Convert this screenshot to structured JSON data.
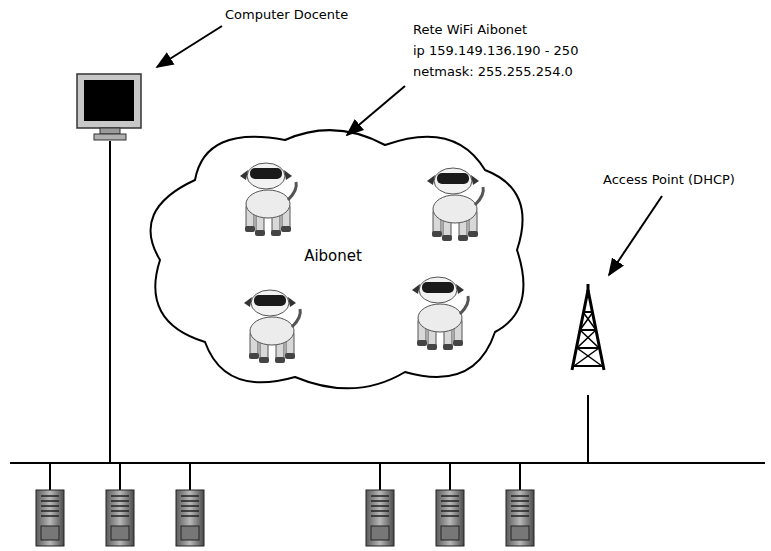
{
  "diagram": {
    "nodes": [
      {
        "text": [
          "Aibonet"
        ]
      }
    ],
    "labels": [
      "Computer Docente",
      "Rete WiFi Aibonet",
      "ip 159.149.136.190 - 250",
      "netmask: 255.255.254.0",
      "Access Point (DHCP)"
    ]
  }
}
